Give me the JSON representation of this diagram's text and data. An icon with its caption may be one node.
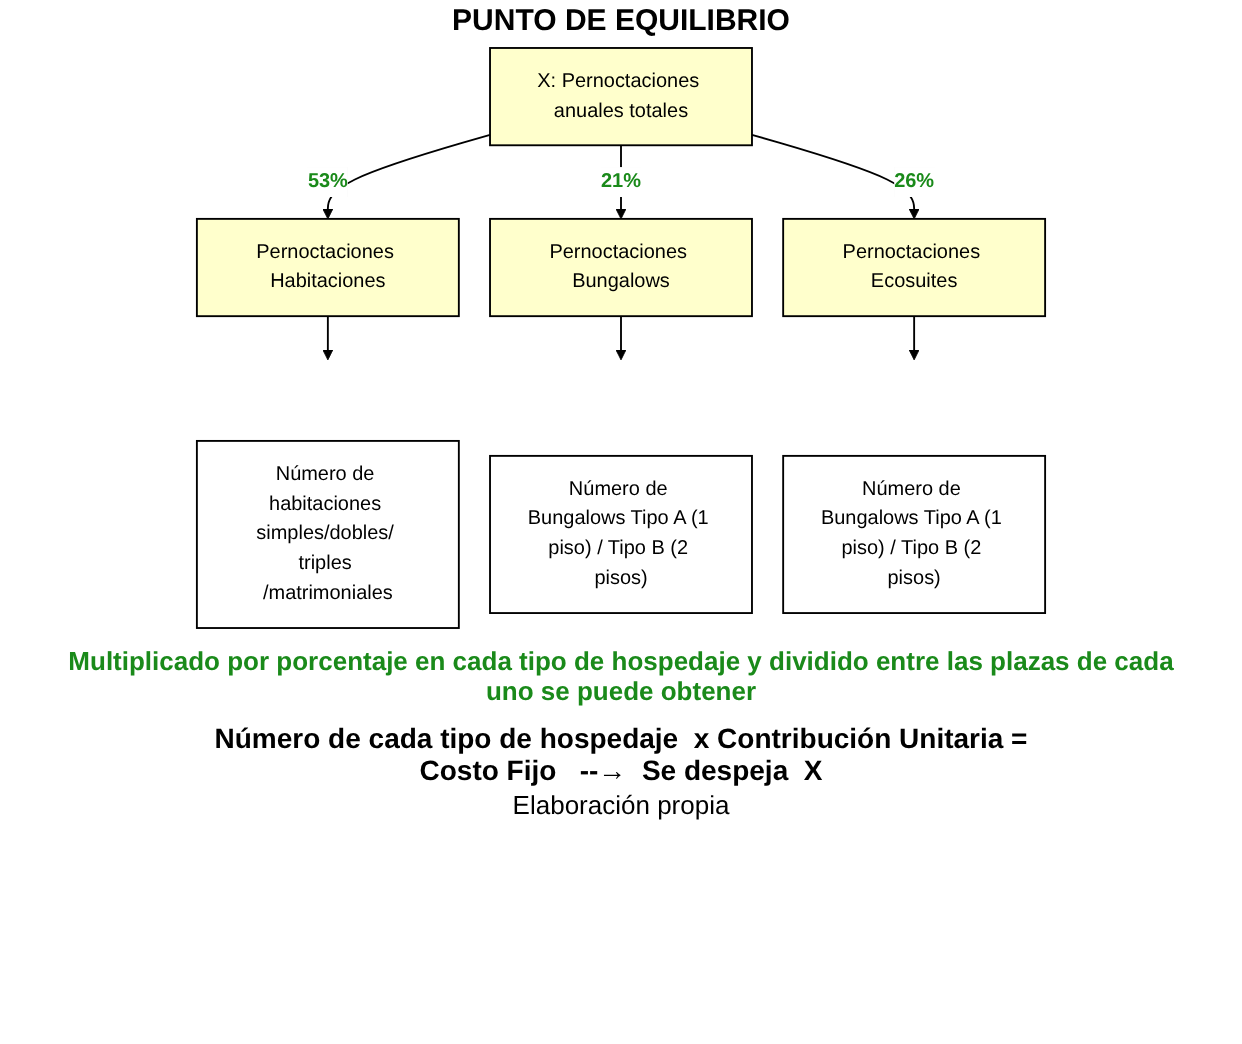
{
  "diagram": {
    "title": "PUNTO DE EQUILIBRIO",
    "caption": "Elaboración propia",
    "nodes": [
      {
        "text": [
          "X: Pernoctaciones anuales totales"
        ]
      },
      {
        "text": [
          "Pernoctaciones Habitaciones"
        ]
      },
      {
        "text": [
          "Pernoctaciones Bungalows"
        ]
      },
      {
        "text": [
          "Pernoctaciones Ecosuites"
        ]
      },
      {
        "text": [
          "Número de habitaciones simples/dobles/ triples /matrimoniales"
        ]
      },
      {
        "text": [
          "Número de Bungalows Tipo A (1 piso) / Tipo B (2 pisos)"
        ]
      },
      {
        "text": [
          "Número de Bungalows Tipo A (1 piso) / Tipo B (2 pisos)"
        ]
      }
    ],
    "edges": [
      {
        "from": 0,
        "to": 1,
        "arrow": "to",
        "label": "53%"
      },
      {
        "from": 0,
        "to": 2,
        "arrow": "to",
        "label": "21%"
      },
      {
        "from": 0,
        "to": 3,
        "arrow": "to",
        "label": "26%"
      },
      {
        "from": 1,
        "to": null,
        "arrow": "to"
      },
      {
        "from": 2,
        "to": null,
        "arrow": "to"
      },
      {
        "from": 3,
        "to": null,
        "arrow": "to"
      }
    ],
    "labels": [
      "Multiplicado por porcentaje en cada tipo de hospedaje y dividido entre las plazas de cada uno se puede obtener",
      "Número de cada tipo de hospedaje  x Contribución Unitaria = Costo Fijo   --→  Se despeja  X"
    ]
  }
}
